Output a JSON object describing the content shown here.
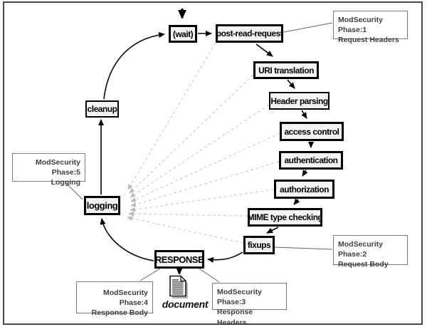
{
  "diagram": {
    "nodes": {
      "wait": "(wait)",
      "post_read_request": "post-read-request",
      "uri_translation": "URI translation",
      "header_parsing": "Header parsing",
      "access_control": "access control",
      "authentication": "authentication",
      "authorization": "authorization",
      "mime_type_checking": "MIME type checking",
      "fixups": "fixups",
      "response": "RESPONSE",
      "logging": "logging",
      "cleanup": "cleanup"
    },
    "annotations": {
      "phase1": {
        "line1": "ModSecurity Phase:1",
        "line2": "Request Headers"
      },
      "phase2": {
        "line1": "ModSecurity Phase:2",
        "line2": "Request Body"
      },
      "phase3": {
        "line1": "ModSecurity Phase:3",
        "line2": "Response Headers"
      },
      "phase4": {
        "line1": "ModSecurity Phase:4",
        "line2": "Response Body"
      },
      "phase5": {
        "line1": "ModSecurity Phase:5",
        "line2": "Logging"
      }
    },
    "document_label": "document",
    "colors": {
      "node_fill": "#f4f4f4",
      "node_border": "#000000",
      "dashed_line": "#cfcfcf",
      "annotation_border": "#7a7a7a",
      "frame_border": "#4a4a4a"
    }
  }
}
